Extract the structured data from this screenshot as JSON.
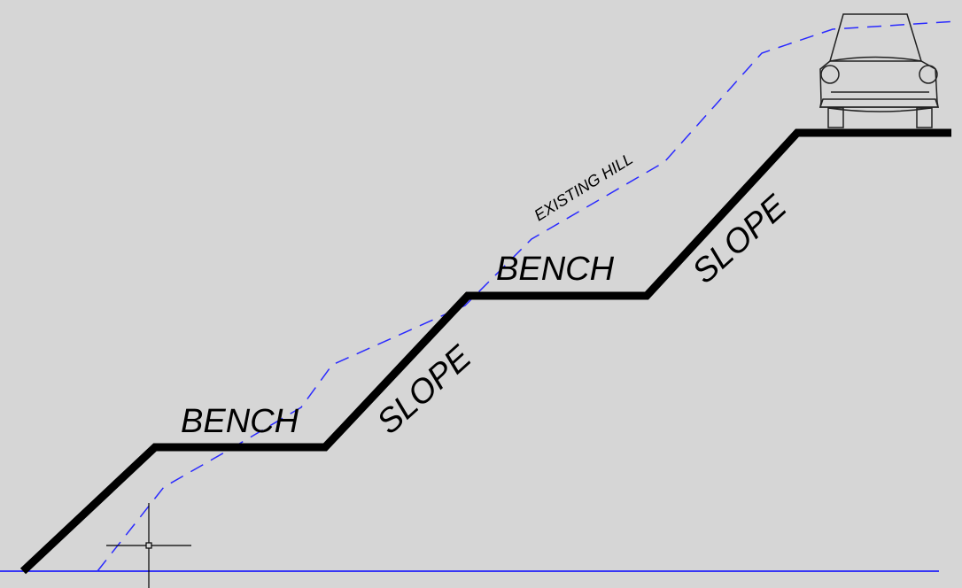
{
  "diagram": {
    "background": "#d6d6d6",
    "ground_color": "#0000ff",
    "hill_color": "#2a2aff",
    "profile_color": "#000000",
    "labels": {
      "bench_lower": "BENCH",
      "bench_upper": "BENCH",
      "slope_lower": "SLOPE",
      "slope_upper": "SLOPE",
      "existing_hill": "EXISTING HILL"
    },
    "icons": {
      "car": "car-front-view-icon",
      "cursor": "crosshair-cursor-icon"
    }
  }
}
